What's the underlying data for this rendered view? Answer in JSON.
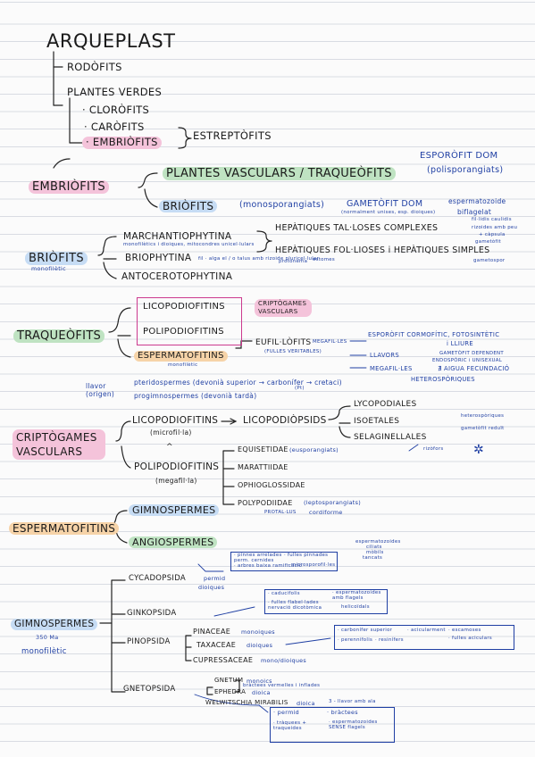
{
  "colors": {
    "ink": "#1a1a1a",
    "blue_ink": "#1f3fa3",
    "highlight_pink": "#f4c3da",
    "highlight_green": "#bfe3c2",
    "highlight_blue": "#c6dcf4",
    "highlight_orange": "#f6d3a8",
    "highlight_magenta_box": "#cc3a8f"
  },
  "header": {
    "title": "ARQUEPLAST",
    "rodofits": "RODÒFITS",
    "plantes_verdes": "PLANTES VERDES",
    "clorofits": "· CLORÒFITS",
    "carofits": "· CARÒFITS",
    "embriofits_item": "· EMBRIÒFITS",
    "estreptofits": "ESTREPTÒFITS"
  },
  "embriofits": {
    "label": "EMBRIÒFITS",
    "plantes_vasculars": "PLANTES VASCULARS / TRAQUEÒFITS",
    "esporofit_dom": "ESPORÒFIT DOM",
    "polisporangiats": "(polisporangiats)",
    "briofits": "BRIÒFITS",
    "monosporangiats": "(monosporangiats)",
    "gametofit_dom": "GAMETÒFIT DOM",
    "gametofit_note": "(normalment unises, esp. dioiques)",
    "espermatozoide": "espermatozoide",
    "biflagelat": "biflagelat"
  },
  "briofits": {
    "label": "BRIÒFITS",
    "monofiletic": "monofilètic",
    "marchantiophytina": "MARCHANTIOPHYTINA",
    "marchantio_note": "monofilètics i dioiques, mitocondres unicel·lulars",
    "hepatiques_tal": "HEPÀTIQUES TAL·LOSES COMPLEXES",
    "hepatiques_fol": "HEPÀTIQUES FOL·LIOSES i HEPÀTIQUES SIMPLES",
    "fil_note": "fil·lidis caulidis",
    "fil_note2": "rizoides amb peu",
    "fil_note3": "+ càpsula",
    "fil_note4": "gametòfit",
    "bryophytina": "BRIOPHYTINA",
    "bryophytina_note": "fil · alga el / o talus amb rizoide pluricel·lular",
    "protonema": "protonema",
    "estomes": "estomes",
    "gametoespor": "gametospor",
    "anthocerotophytina": "ANTOCEROTOPHYTINA"
  },
  "traqueofits": {
    "label": "TRAQUEÒFITS",
    "licopodiofitins": "LICOPODIOFITINS",
    "polipodiofitins": "POLIPODIOFITINS",
    "criptogames_vasculars": "CRIPTÒGAMES VASCULARS",
    "espermatofitins": "ESPERMATOFITINS",
    "monofiletic": "monofilètic",
    "eufil": "EUFIL·LÒFITS",
    "megafilles": "MEGAFIL·LES",
    "fulles_veritables": "(FULLES VERITABLES)",
    "esporofit_cormofitic": "ESPORÒFIT CORMOFÍTIC, FOTOSINTÈTIC",
    "i_lliure": "i LLIURE",
    "llavors": "LLAVORS",
    "gametofit_dependent": "GAMETÒFIT DEPENDENT",
    "endosperic": "ENDOSPÒRIC i UNISEXUAL",
    "megafilles2": "MEGAFIL·LES",
    "no_agua": "∄ AIGUA FECUNDACIÓ",
    "heterosporiques": "HETEROSPÒRIQUES"
  },
  "llavors": {
    "label": "llavor (origen)",
    "pteridospermes": "pteridospermes (devonià superior → carbonífer → cretaci)",
    "pteridospermes_note": "(Pt)",
    "progimnospermes": "progimnospermes (devonià tardà)"
  },
  "criptogames": {
    "label": "CRIPTÒGAMES VASCULARS",
    "licopodiofitins": "LICOPODIOFITINS",
    "microfil": "(microfil·la)",
    "licopodiopsids": "LICOPODIÒPSIDS",
    "lycopodiales": "LYCOPODIALES",
    "isoetales": "ISOETALES",
    "selaginellales": "SELAGINELLALES",
    "heterosporiques": "heterospòriques",
    "gametofit_reduit": "gametòfit reduït",
    "rizofors": "rizòfors",
    "polipodiofitins": "POLIPODIOFITINS",
    "megafil": "(megafil·la)",
    "equisetidae": "EQUISETIDAE",
    "eusporangiats": "(eusporangiats)",
    "marattiidae": "MARATTIIDAE",
    "ophioglossidae": "OPHIOGLOSSIDAE",
    "polypodiidae": "POLYPODIIDAE",
    "leptosporangiats": "(leptosporangiats)",
    "protallus": "PROTAL·LUS",
    "cordiforme": "cordiforme"
  },
  "espermatofitins": {
    "label": "ESPERMATOFITINS",
    "gimnospermes": "GIMNOSPERMES",
    "angiospermes": "ANGIOSPERMES"
  },
  "gimnospermes": {
    "label": "GIMNOSPERMES",
    "age": "350 Ma",
    "monofiletic": "monofilètic",
    "cycadopsida": "CYCADOPSIDA",
    "cycado_box": [
      "· pinnes arrelades",
      "· fulles pinnades",
      "perm. cernides",
      "· arbres baixa ramificació",
      "· microsporofil·les"
    ],
    "cycado_right": [
      "espermatozoides",
      "ciliats",
      "mòbils",
      "tancats"
    ],
    "permid": "permid",
    "dioiques": "dioiques",
    "ginkopsida": "GINKOPSIDA",
    "ginko_box": [
      "· caducifolis",
      "· espermatozoides amb flagels",
      "· fulles flabel·lades nervació dicotòmica",
      "helicoïdals"
    ],
    "pinopsida": "PINOPSIDA",
    "pinaceae": "PINACEAE",
    "monoiques1": "monoiques",
    "taxaceae": "TAXACEAE",
    "dioiques2": "dioiques",
    "cupressaceae": "CUPRESSACEAE",
    "mono_dioiques": "mono/dioiques",
    "pino_box": [
      "· carbonífer superior",
      "· perennifolis",
      "· resinífers",
      "· acicularment",
      "· escamoses",
      "· fulles aciculars"
    ],
    "gnetopsida": "GNETOPSIDA",
    "gnetum": "GNETUM",
    "monoics": "monoics",
    "ephedra": "EPHEDRA",
    "dioica1": "dioica",
    "welwitschia": "WELWITSCHIA MIRABILIS",
    "dioica2": "dioica",
    "gneto_notes1": "bràctees vermelles i inflades",
    "gneto_notes2": "3 - llavor amb ala",
    "gneto_box": [
      "· permid",
      "· bràctees",
      "· tràquees + traqueides",
      "· espermatozoides SENSE flagels"
    ]
  }
}
